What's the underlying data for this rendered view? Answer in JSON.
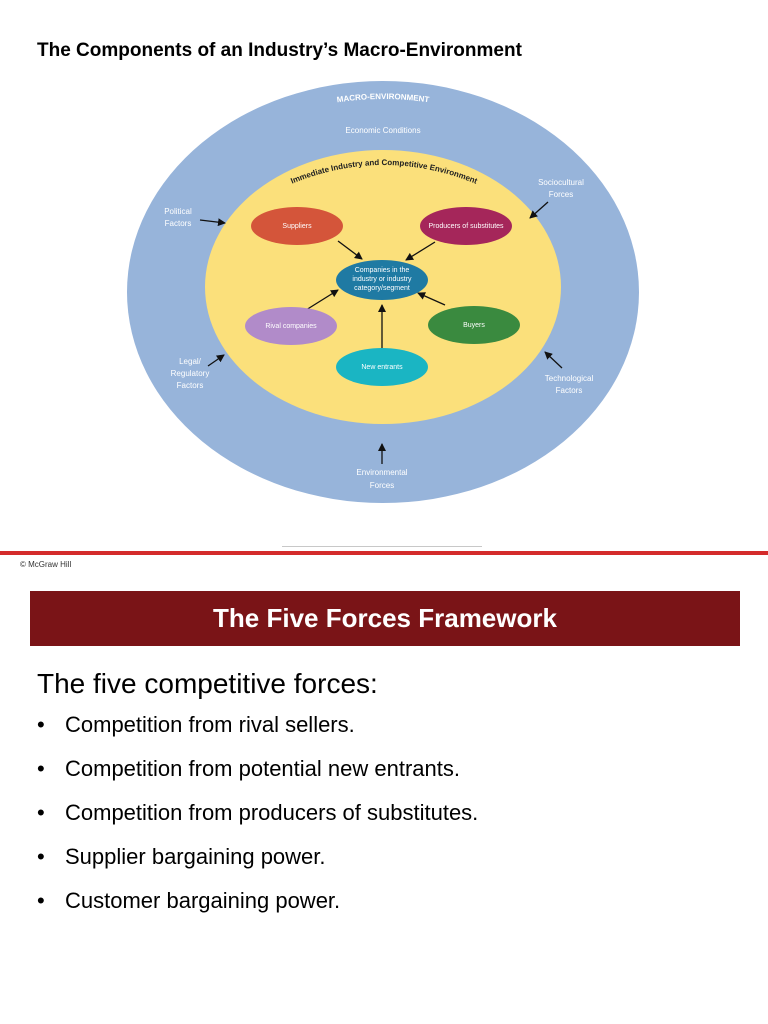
{
  "slide1": {
    "title": "The Components of an Industry’s Macro-Environment",
    "diagram": {
      "outer_label": "MACRO-ENVIRONMENT",
      "inner_label": "Immediate Industry and Competitive Environment",
      "economic": "Economic Conditions",
      "political": [
        "Political",
        "Factors"
      ],
      "sociocultural": [
        "Sociocultural",
        "Forces"
      ],
      "legal": [
        "Legal/",
        "Regulatory",
        "Factors"
      ],
      "technological": [
        "Technological",
        "Factors"
      ],
      "environmental": [
        "Environmental",
        "Forces"
      ],
      "suppliers": "Suppliers",
      "substitutes": "Producers of substitutes",
      "center": [
        "Companies in the",
        "industry or industry",
        "category/segment"
      ],
      "rivals": "Rival companies",
      "buyers": "Buyers",
      "new_entrants": "New entrants"
    },
    "colors": {
      "outer_ring": "#97b4da",
      "inner_circle": "#fbe07b",
      "suppliers": "#d4553a",
      "substitutes": "#a5265a",
      "center": "#1f7aa3",
      "rivals": "#b18bc9",
      "buyers": "#3a8a3f",
      "new_entrants": "#1ab5c3"
    }
  },
  "copyright": "© McGraw Hill",
  "slide2": {
    "banner": "The Five Forces Framework",
    "intro": "The five competitive forces:",
    "bullet_char": "•",
    "items": [
      "Competition from rival sellers.",
      "Competition from potential new entrants.",
      "Competition from producers of substitutes.",
      "Supplier bargaining power.",
      "Customer bargaining power."
    ],
    "banner_color": "#7a1417"
  }
}
